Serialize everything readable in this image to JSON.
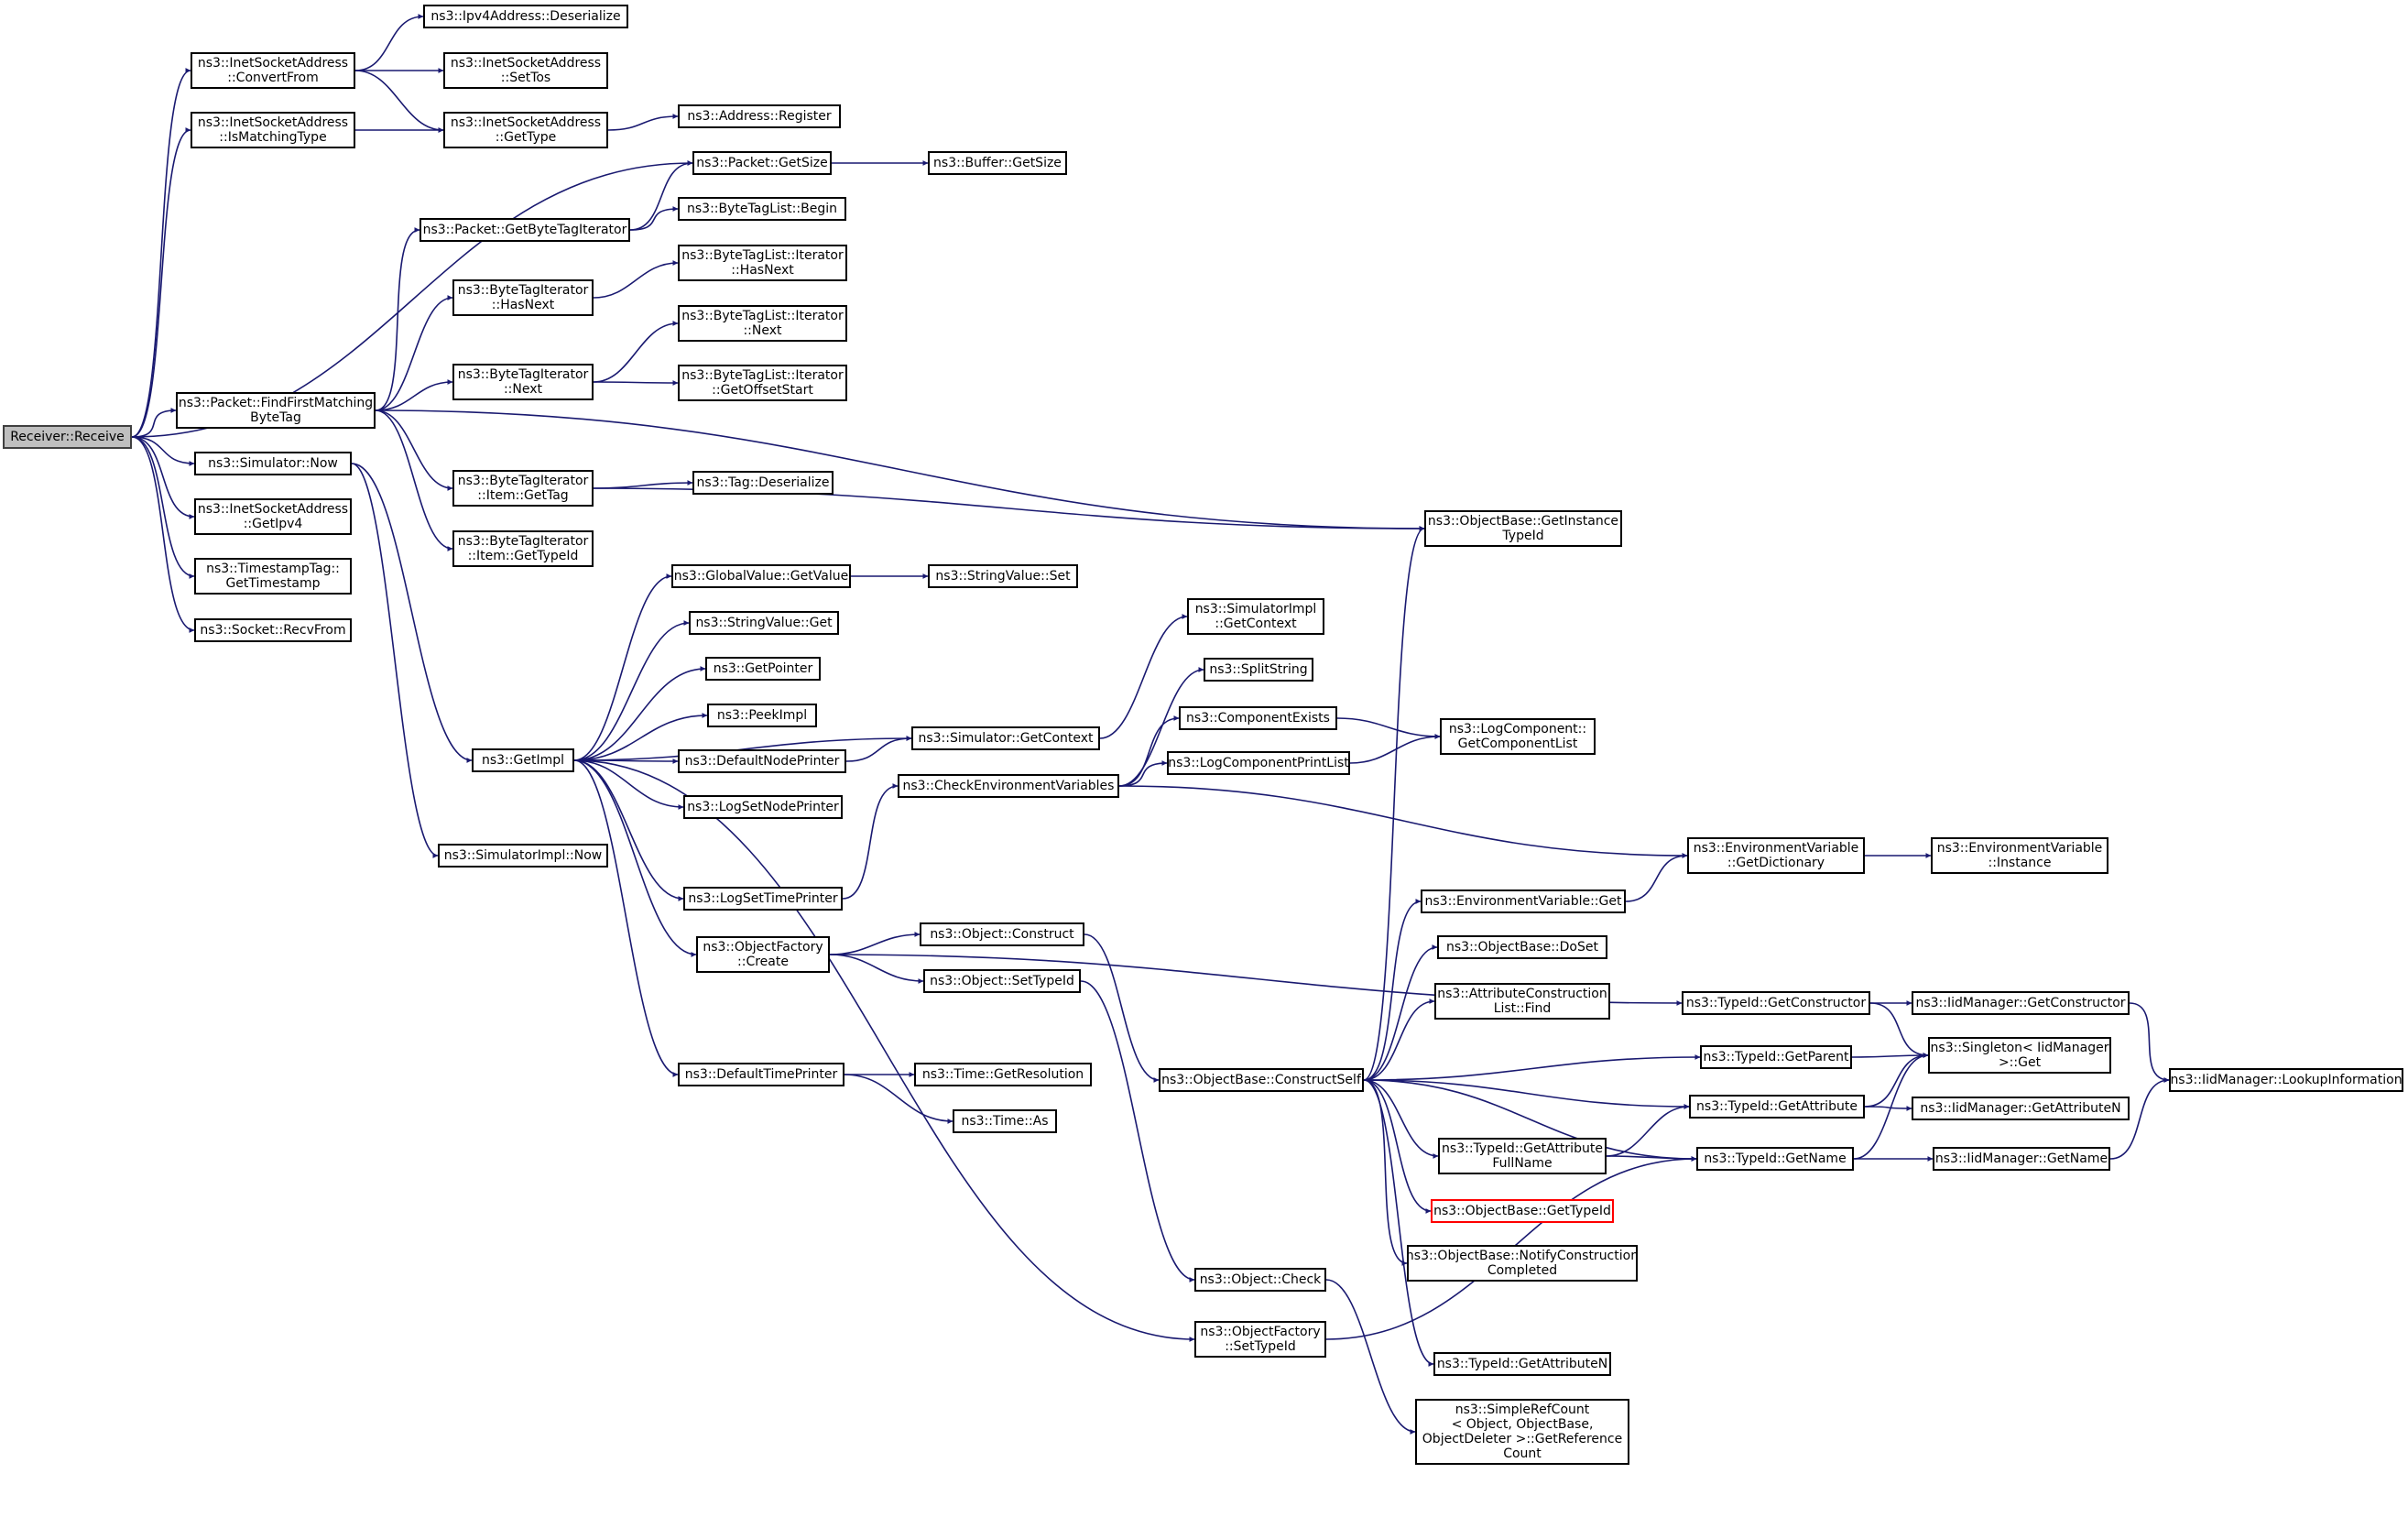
{
  "colors": {
    "edge": "#191970",
    "node_border": "#000000",
    "root_fill": "#bfbfbf",
    "red_border": "#ff0000"
  },
  "nodes": [
    {
      "id": "root",
      "lines": [
        "Receiver::Receive"
      ],
      "root": true
    },
    {
      "id": "convertfrom",
      "lines": [
        "ns3::InetSocketAddress",
        "::ConvertFrom"
      ]
    },
    {
      "id": "ismatching",
      "lines": [
        "ns3::InetSocketAddress",
        "::IsMatchingType"
      ]
    },
    {
      "id": "ipv4deser",
      "lines": [
        "ns3::Ipv4Address::Deserialize"
      ]
    },
    {
      "id": "settos",
      "lines": [
        "ns3::InetSocketAddress",
        "::SetTos"
      ]
    },
    {
      "id": "isagettype",
      "lines": [
        "ns3::InetSocketAddress",
        "::GetType"
      ]
    },
    {
      "id": "addrreg",
      "lines": [
        "ns3::Address::Register"
      ]
    },
    {
      "id": "pktgetsize",
      "lines": [
        "ns3::Packet::GetSize"
      ]
    },
    {
      "id": "bufgetsize",
      "lines": [
        "ns3::Buffer::GetSize"
      ]
    },
    {
      "id": "pktgetbti",
      "lines": [
        "ns3::Packet::GetByteTagIterator"
      ]
    },
    {
      "id": "btlbegin",
      "lines": [
        "ns3::ByteTagList::Begin"
      ]
    },
    {
      "id": "btihasnext",
      "lines": [
        "ns3::ByteTagIterator",
        "::HasNext"
      ]
    },
    {
      "id": "btlihasnext",
      "lines": [
        "ns3::ByteTagList::Iterator",
        "::HasNext"
      ]
    },
    {
      "id": "btlinext",
      "lines": [
        "ns3::ByteTagList::Iterator",
        "::Next"
      ]
    },
    {
      "id": "btinext",
      "lines": [
        "ns3::ByteTagIterator",
        "::Next"
      ]
    },
    {
      "id": "btlioffset",
      "lines": [
        "ns3::ByteTagList::Iterator",
        "::GetOffsetStart"
      ]
    },
    {
      "id": "findfirst",
      "lines": [
        "ns3::Packet::FindFirstMatching",
        "ByteTag"
      ]
    },
    {
      "id": "simnow",
      "lines": [
        "ns3::Simulator::Now"
      ]
    },
    {
      "id": "gettag",
      "lines": [
        "ns3::ByteTagIterator",
        "::Item::GetTag"
      ]
    },
    {
      "id": "tagdeser",
      "lines": [
        "ns3::Tag::Deserialize"
      ]
    },
    {
      "id": "getipv4",
      "lines": [
        "ns3::InetSocketAddress",
        "::GetIpv4"
      ]
    },
    {
      "id": "objgetinst",
      "lines": [
        "ns3::ObjectBase::GetInstance",
        "TypeId"
      ]
    },
    {
      "id": "gettypeid_item",
      "lines": [
        "ns3::ByteTagIterator",
        "::Item::GetTypeId"
      ]
    },
    {
      "id": "tsgettime",
      "lines": [
        "ns3::TimestampTag::",
        "GetTimestamp"
      ]
    },
    {
      "id": "gvgetvalue",
      "lines": [
        "ns3::GlobalValue::GetValue"
      ]
    },
    {
      "id": "svset",
      "lines": [
        "ns3::StringValue::Set"
      ]
    },
    {
      "id": "recvfrom",
      "lines": [
        "ns3::Socket::RecvFrom"
      ]
    },
    {
      "id": "svget",
      "lines": [
        "ns3::StringValue::Get"
      ]
    },
    {
      "id": "simimplctx",
      "lines": [
        "ns3::SimulatorImpl",
        "::GetContext"
      ]
    },
    {
      "id": "getpointer",
      "lines": [
        "ns3::GetPointer"
      ]
    },
    {
      "id": "splitstring",
      "lines": [
        "ns3::SplitString"
      ]
    },
    {
      "id": "peekimpl",
      "lines": [
        "ns3::PeekImpl"
      ]
    },
    {
      "id": "compexists",
      "lines": [
        "ns3::ComponentExists"
      ]
    },
    {
      "id": "logcompgcl",
      "lines": [
        "ns3::LogComponent::",
        "GetComponentList"
      ]
    },
    {
      "id": "getimpl",
      "lines": [
        "ns3::GetImpl"
      ]
    },
    {
      "id": "defnodeprinter",
      "lines": [
        "ns3::DefaultNodePrinter"
      ]
    },
    {
      "id": "simgetctx",
      "lines": [
        "ns3::Simulator::GetContext"
      ]
    },
    {
      "id": "logcompprint",
      "lines": [
        "ns3::LogComponentPrintList"
      ]
    },
    {
      "id": "checkenv",
      "lines": [
        "ns3::CheckEnvironmentVariables"
      ]
    },
    {
      "id": "logsetnode",
      "lines": [
        "ns3::LogSetNodePrinter"
      ]
    },
    {
      "id": "simimplnow",
      "lines": [
        "ns3::SimulatorImpl::Now"
      ]
    },
    {
      "id": "envgetdict",
      "lines": [
        "ns3::EnvironmentVariable",
        "::GetDictionary"
      ]
    },
    {
      "id": "envinstance",
      "lines": [
        "ns3::EnvironmentVariable",
        "::Instance"
      ]
    },
    {
      "id": "logsettime",
      "lines": [
        "ns3::LogSetTimePrinter"
      ]
    },
    {
      "id": "envget",
      "lines": [
        "ns3::EnvironmentVariable::Get"
      ]
    },
    {
      "id": "objconstruct",
      "lines": [
        "ns3::Object::Construct"
      ]
    },
    {
      "id": "objfcreate",
      "lines": [
        "ns3::ObjectFactory",
        "::Create"
      ]
    },
    {
      "id": "obdoset",
      "lines": [
        "ns3::ObjectBase::DoSet"
      ]
    },
    {
      "id": "objsettypeid",
      "lines": [
        "ns3::Object::SetTypeId"
      ]
    },
    {
      "id": "attrfind",
      "lines": [
        "ns3::AttributeConstruction",
        "List::Find"
      ]
    },
    {
      "id": "tgetctor",
      "lines": [
        "ns3::TypeId::GetConstructor"
      ]
    },
    {
      "id": "iidgetctor",
      "lines": [
        "ns3::IidManager::GetConstructor"
      ]
    },
    {
      "id": "tgetparent",
      "lines": [
        "ns3::TypeId::GetParent"
      ],
      "red": true
    },
    {
      "id": "singleton",
      "lines": [
        "ns3::Singleton< IidManager",
        " >::Get"
      ]
    },
    {
      "id": "deftimeprinter",
      "lines": [
        "ns3::DefaultTimePrinter"
      ]
    },
    {
      "id": "timegetres",
      "lines": [
        "ns3::Time::GetResolution"
      ]
    },
    {
      "id": "obconstructself",
      "lines": [
        "ns3::ObjectBase::ConstructSelf"
      ]
    },
    {
      "id": "iidlookup",
      "lines": [
        "ns3::IidManager::LookupInformation"
      ]
    },
    {
      "id": "tgetattr",
      "lines": [
        "ns3::TypeId::GetAttribute"
      ]
    },
    {
      "id": "iidgetattrn",
      "lines": [
        "ns3::IidManager::GetAttributeN"
      ]
    },
    {
      "id": "timeas",
      "lines": [
        "ns3::Time::As"
      ]
    },
    {
      "id": "tgetattrfull",
      "lines": [
        "ns3::TypeId::GetAttribute",
        "FullName"
      ]
    },
    {
      "id": "tgetname",
      "lines": [
        "ns3::TypeId::GetName"
      ]
    },
    {
      "id": "iidgetname",
      "lines": [
        "ns3::IidManager::GetName"
      ]
    },
    {
      "id": "obgettypeid",
      "lines": [
        "ns3::ObjectBase::GetTypeId"
      ],
      "red": true
    },
    {
      "id": "obnotify",
      "lines": [
        "ns3::ObjectBase::NotifyConstruction",
        "Completed"
      ]
    },
    {
      "id": "objcheck",
      "lines": [
        "ns3::Object::Check"
      ]
    },
    {
      "id": "objfsettypeid",
      "lines": [
        "ns3::ObjectFactory",
        "::SetTypeId"
      ]
    },
    {
      "id": "tgetattrn",
      "lines": [
        "ns3::TypeId::GetAttributeN"
      ]
    },
    {
      "id": "simplerefcount",
      "lines": [
        "ns3::SimpleRefCount",
        "< Object, ObjectBase,",
        " ObjectDeleter >::GetReference",
        "Count"
      ]
    }
  ]
}
